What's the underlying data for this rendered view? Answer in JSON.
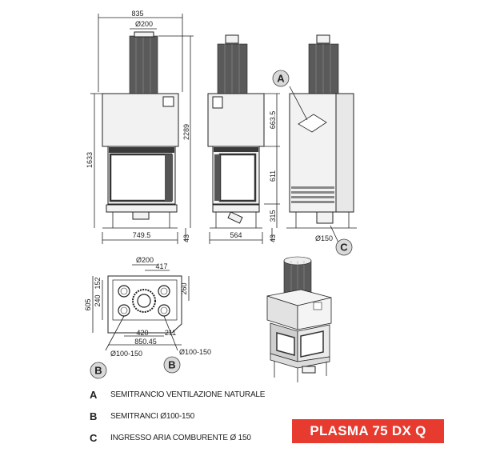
{
  "front_view": {
    "width_top": "835",
    "flue_diameter": "Ø200",
    "height_total": "2289",
    "height_body": "1633",
    "width_bottom": "749.5",
    "height_base": "43"
  },
  "side_view": {
    "height_upper": "663.5",
    "height_mid": "611",
    "height_lower": "315",
    "depth_bottom": "564",
    "height_base": "43"
  },
  "rear_view": {
    "inlet_diameter": "Ø150"
  },
  "plan_view": {
    "flue_diameter": "Ø200",
    "offset_417": "417",
    "depth_605": "605",
    "dim_240": "240",
    "dim_152": "152",
    "dim_260": "260",
    "dim_420": "420",
    "dim_211": "211",
    "width_850": "850.45",
    "spigot_left": "Ø100-150",
    "spigot_right": "Ø100-150"
  },
  "badges": {
    "a": "A",
    "b": "B",
    "c": "C"
  },
  "legend": [
    {
      "letter": "A",
      "text": "SEMITRANCIO VENTILAZIONE NATURALE"
    },
    {
      "letter": "B",
      "text": "SEMITRANCI Ø100-150"
    },
    {
      "letter": "C",
      "text": "INGRESSO ARIA COMBURENTE Ø 150"
    }
  ],
  "product_name": "PLASMA 75 DX Q",
  "colors": {
    "banner": "#e63b2e"
  }
}
